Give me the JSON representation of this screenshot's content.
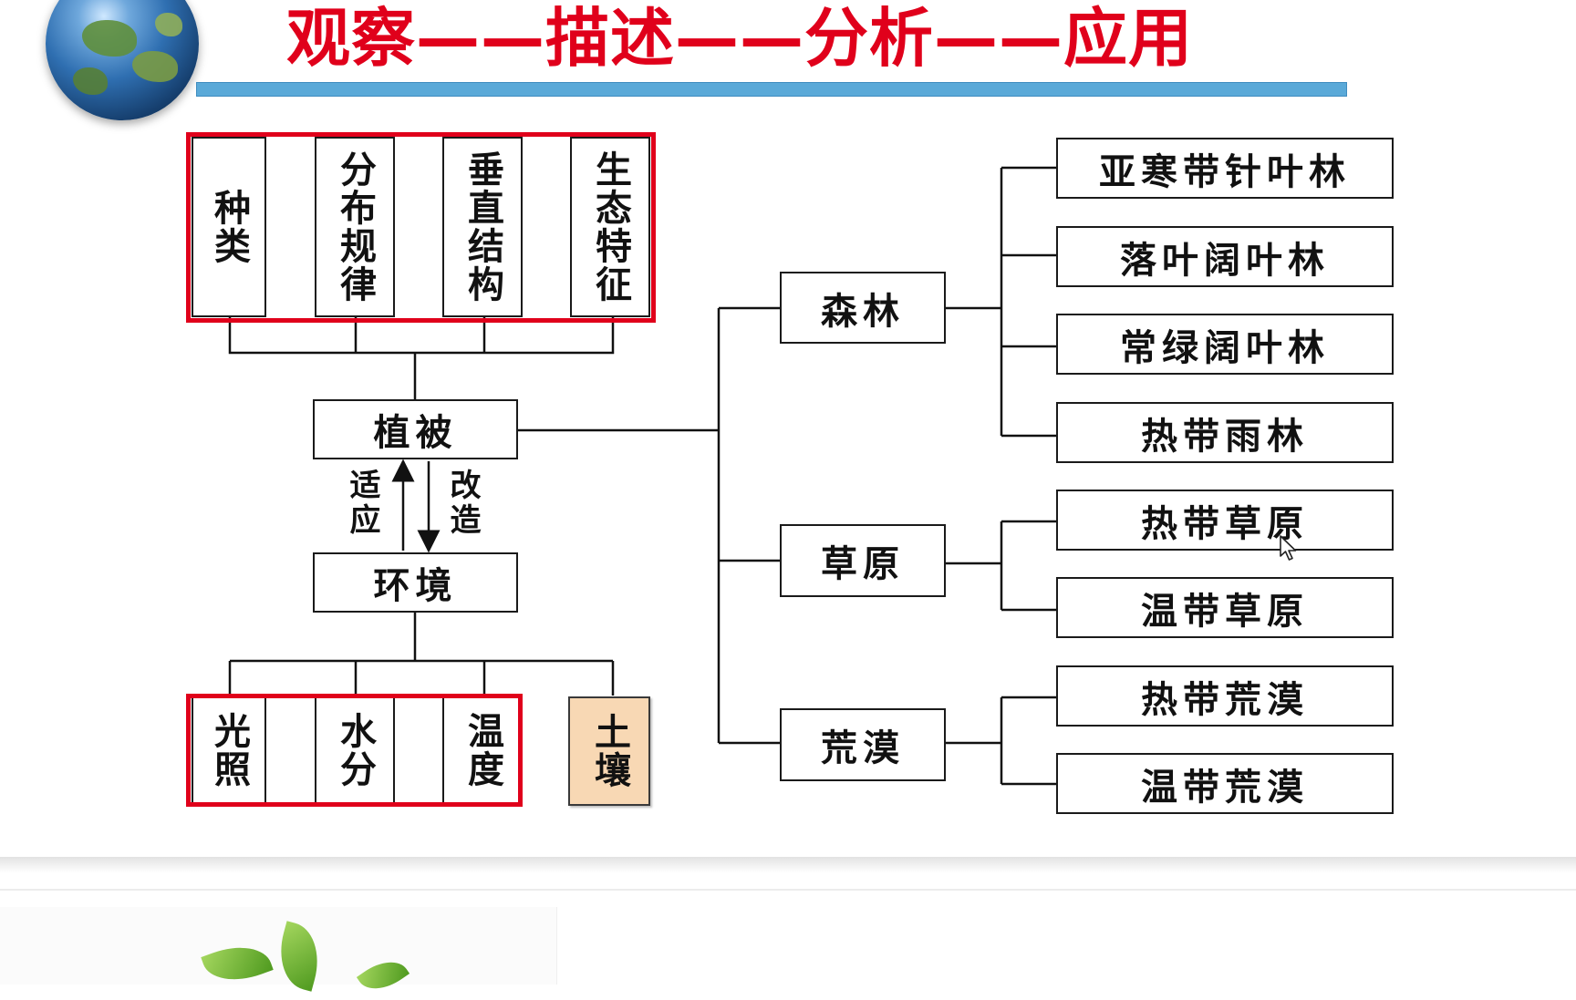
{
  "header": {
    "title": "观察——描述——分析——应用"
  },
  "diagram": {
    "center": {
      "vegetation": "植被",
      "environment": "环境"
    },
    "relations": {
      "adapt": "适应",
      "transform": "改造"
    },
    "vegetation_aspects": [
      "种类",
      "分布规律",
      "垂直结构",
      "生态特征"
    ],
    "environment_factors": [
      "光照",
      "水分",
      "温度",
      "土壤"
    ],
    "categories": [
      {
        "name": "森林",
        "items": [
          "亚寒带针叶林",
          "落叶阔叶林",
          "常绿阔叶林",
          "热带雨林"
        ]
      },
      {
        "name": "草原",
        "items": [
          "热带草原",
          "温带草原"
        ]
      },
      {
        "name": "荒漠",
        "items": [
          "热带荒漠",
          "温带荒漠"
        ]
      }
    ]
  },
  "colors": {
    "title_red": "#e0001b",
    "highlight_frame": "#e0001b",
    "title_bar_blue": "#5aa9d8",
    "soil_fill": "#f8d8b4"
  },
  "icons": {
    "logo": "globe-icon",
    "pointer": "mouse-cursor-icon",
    "decoration": "leaf-icon"
  }
}
